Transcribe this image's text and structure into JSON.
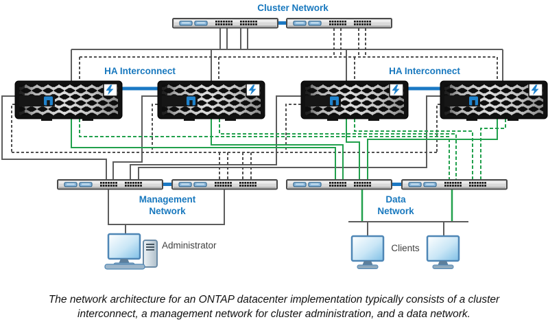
{
  "labels": {
    "cluster_network": "Cluster Network",
    "ha_interconnect_left": "HA Interconnect",
    "ha_interconnect_right": "HA Interconnect",
    "management_line1": "Management",
    "management_line2": "Network",
    "data_line1": "Data",
    "data_line2": "Network",
    "administrator": "Administrator",
    "clients": "Clients"
  },
  "caption": {
    "line1": "The network architecture for an ONTAP datacenter implementation typically consists of a cluster",
    "line2": "interconnect, a management network for cluster administration, and a data network."
  },
  "colors": {
    "label_blue": "#1878be",
    "link_blue": "#1b79c4",
    "data_green": "#21a04c",
    "wire_gray": "#5c5c5c",
    "switch_body": "#d9d9d9",
    "netapp_logo_blue": "#1f83cd"
  }
}
